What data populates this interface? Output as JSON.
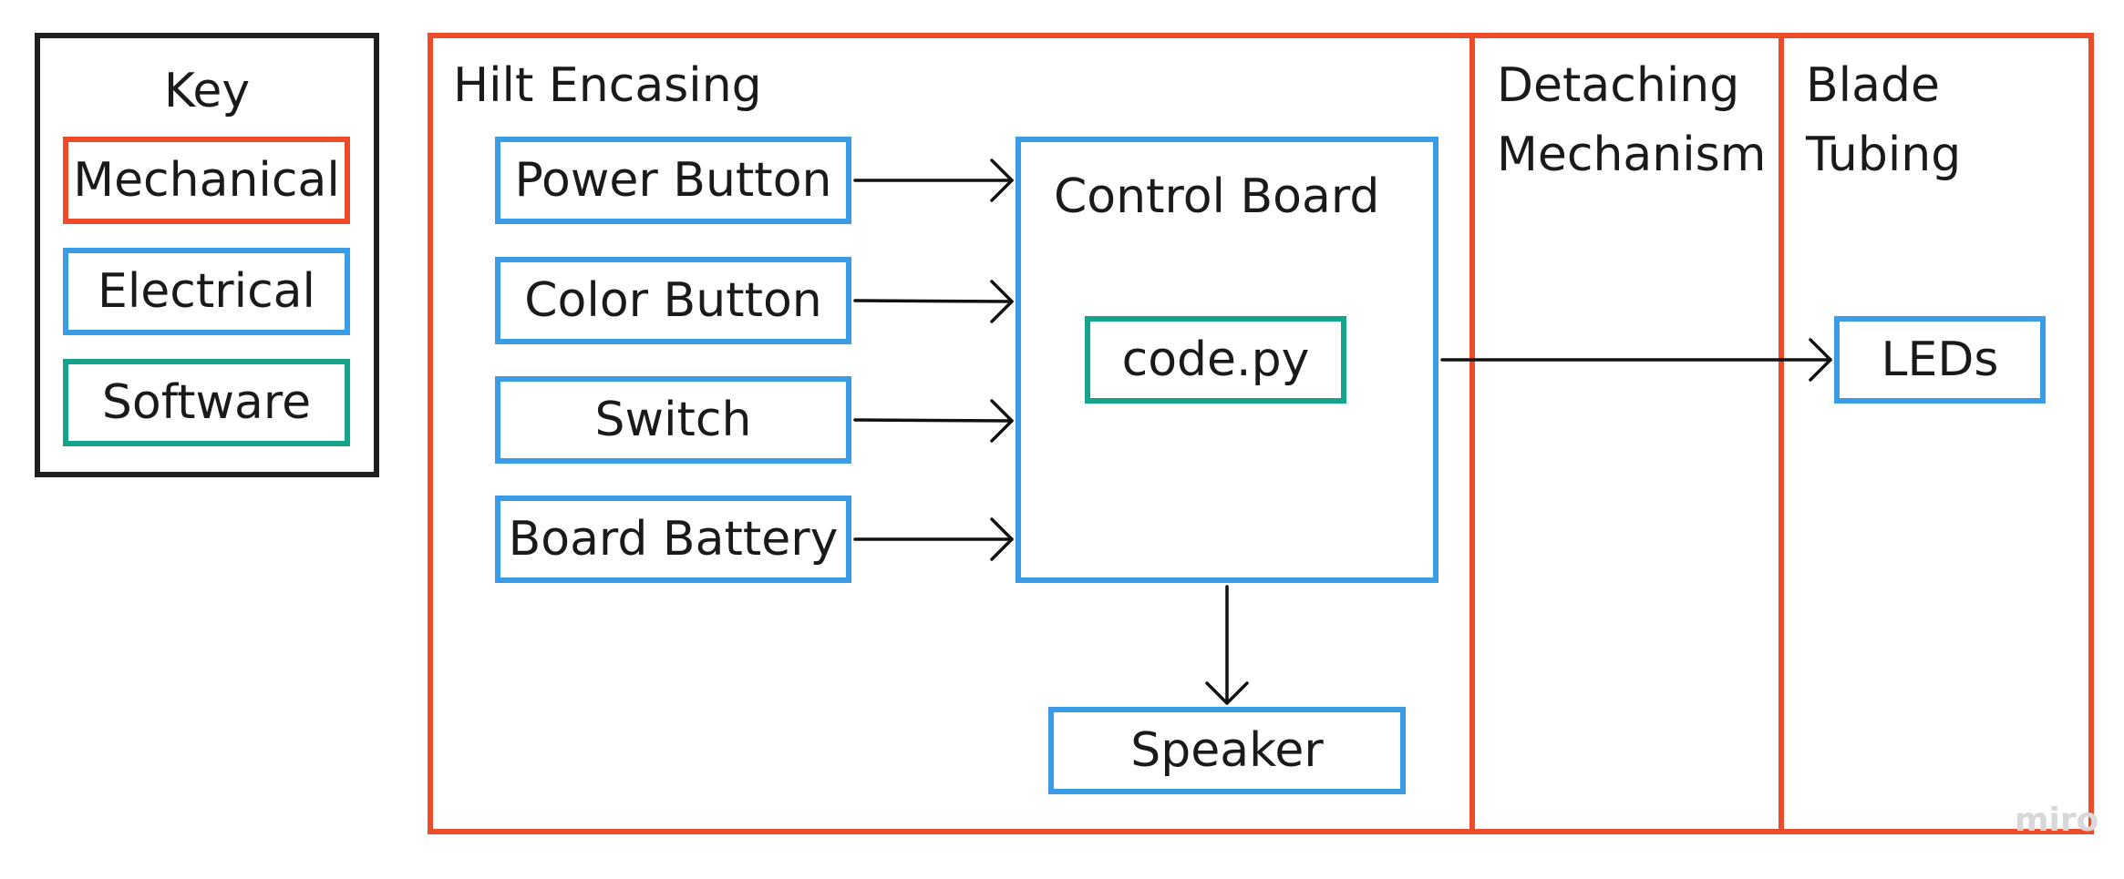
{
  "key": {
    "title": "Key",
    "items": [
      {
        "label": "Mechanical",
        "color": "#ee4b2b"
      },
      {
        "label": "Electrical",
        "color": "#3a9be6"
      },
      {
        "label": "Software",
        "color": "#14a38b"
      }
    ]
  },
  "sections": {
    "hilt": {
      "title": "Hilt Encasing"
    },
    "detaching": {
      "title": "Detaching\nMechanism"
    },
    "blade": {
      "title": "Blade\nTubing"
    }
  },
  "components": {
    "power_button": "Power Button",
    "color_button": "Color Button",
    "switch": "Switch",
    "board_battery": "Board Battery",
    "control_board": "Control Board",
    "code": "code.py",
    "speaker": "Speaker",
    "leds": "LEDs"
  },
  "watermark": "miro"
}
